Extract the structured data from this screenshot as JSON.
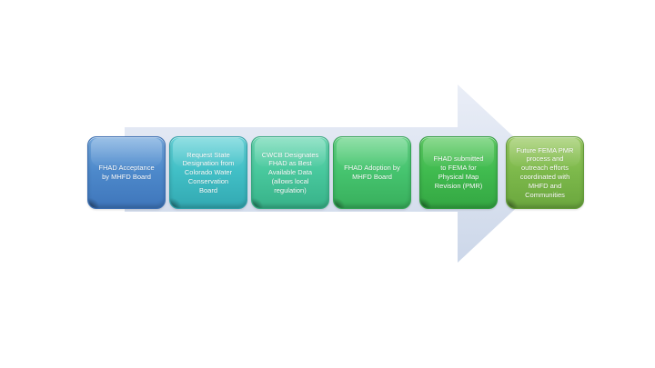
{
  "diagram": {
    "type": "process-flow-arrow",
    "background_color": "#ffffff",
    "text_color": "#ffffff",
    "arrow": {
      "direction": "right",
      "fill_top": "#eaeef7",
      "fill_bottom": "#ccd7e9"
    },
    "steps": [
      {
        "label": "FHAD Acceptance\nby MHFD Board",
        "color_top": "#74a8dd",
        "color_mid": "#4d89cb",
        "color_bottom": "#3f76bb",
        "color_border": "#3a6db0"
      },
      {
        "label": "Request State\nDesignation from\nColorado Water\nConservation\nBoard",
        "color_top": "#67d3d8",
        "color_mid": "#41bfc6",
        "color_bottom": "#33a9b2",
        "color_border": "#2f9fa8"
      },
      {
        "label": "CWCB Designates\nFHAD as Best\nAvailable Data\n(allows local\nregulation)",
        "color_top": "#6cd8b3",
        "color_mid": "#48c89d",
        "color_bottom": "#38b289",
        "color_border": "#33a77f"
      },
      {
        "label": "FHAD Adoption by\nMHFD Board",
        "color_top": "#67d487",
        "color_mid": "#46c46f",
        "color_bottom": "#38af5c",
        "color_border": "#33a355"
      },
      {
        "label": "FHAD submitted\nto FEMA for\nPhysical Map\nRevision (PMR)",
        "color_top": "#5fcb64",
        "color_mid": "#40bb4f",
        "color_bottom": "#34a743",
        "color_border": "#2f9b3d"
      },
      {
        "label": "Future FEMA PMR\nprocess and\noutreach efforts\ncoordinated with\nMHFD and\nCommunities",
        "color_top": "#9bca63",
        "color_mid": "#7db94b",
        "color_bottom": "#6ba73e",
        "color_border": "#619a38"
      }
    ]
  }
}
